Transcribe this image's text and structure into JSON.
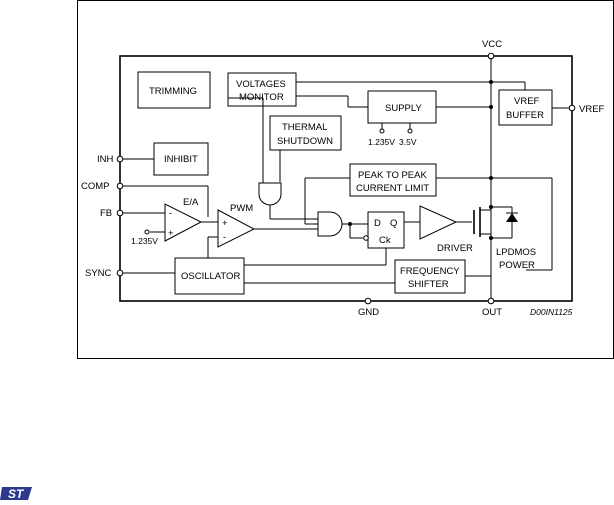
{
  "diagram": {
    "vcc": "VCC",
    "vref_out": "VREF",
    "gnd": "GND",
    "out": "OUT",
    "doc_code": "D00IN1125",
    "blocks": {
      "trimming": "TRIMMING",
      "voltages_monitor_1": "VOLTAGES",
      "voltages_monitor_2": "MONITOR",
      "supply": "SUPPLY",
      "vref_buffer_1": "VREF",
      "vref_buffer_2": "BUFFER",
      "thermal_1": "THERMAL",
      "thermal_2": "SHUTDOWN",
      "inhibit": "INHIBIT",
      "peak_1": "PEAK TO PEAK",
      "peak_2": "CURRENT LIMIT",
      "oscillator": "OSCILLATOR",
      "freq_1": "FREQUENCY",
      "freq_2": "SHIFTER"
    },
    "pins": {
      "inh": "INH",
      "comp": "COMP",
      "fb": "FB",
      "sync": "SYNC"
    },
    "labels": {
      "ea": "E/A",
      "pwm": "PWM",
      "ref_1235": "1.235V",
      "supply_1235": "1.235V",
      "supply_35": "3.5V",
      "ff_d": "D",
      "ff_q": "Q",
      "ff_ck": "Ck",
      "driver": "DRIVER",
      "lpdmos_1": "LPDMOS",
      "lpdmos_2": "POWER",
      "minus": "-",
      "plus": "+"
    }
  },
  "logo": "ST"
}
